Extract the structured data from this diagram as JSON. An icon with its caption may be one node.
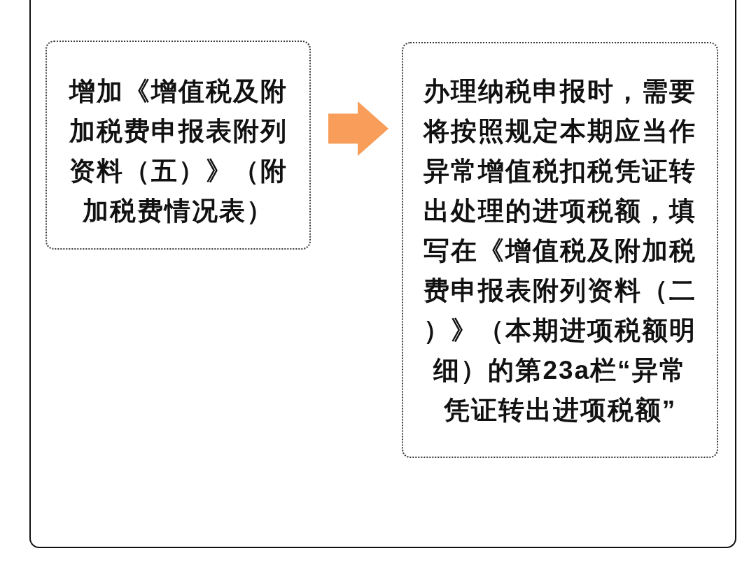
{
  "diagram": {
    "nodes": [
      {
        "text": [
          "增加《增值税及附加税费申报表附列资料（五）》（附加税费情况表）"
        ]
      },
      {
        "text": [
          "办理纳税申报时，需要将按照规定本期应当作异常增值税扣税凭证转出处理的进项税额，填写在《增值税及附加税费申报表附列资料（二）》（本期进项税额明细）的第23a栏“异常凭证转出进项税额”"
        ]
      }
    ],
    "edges": [
      {
        "from": 0,
        "to": 1,
        "arrow": "to",
        "style": "thick",
        "color": "#f89d5a"
      }
    ]
  }
}
